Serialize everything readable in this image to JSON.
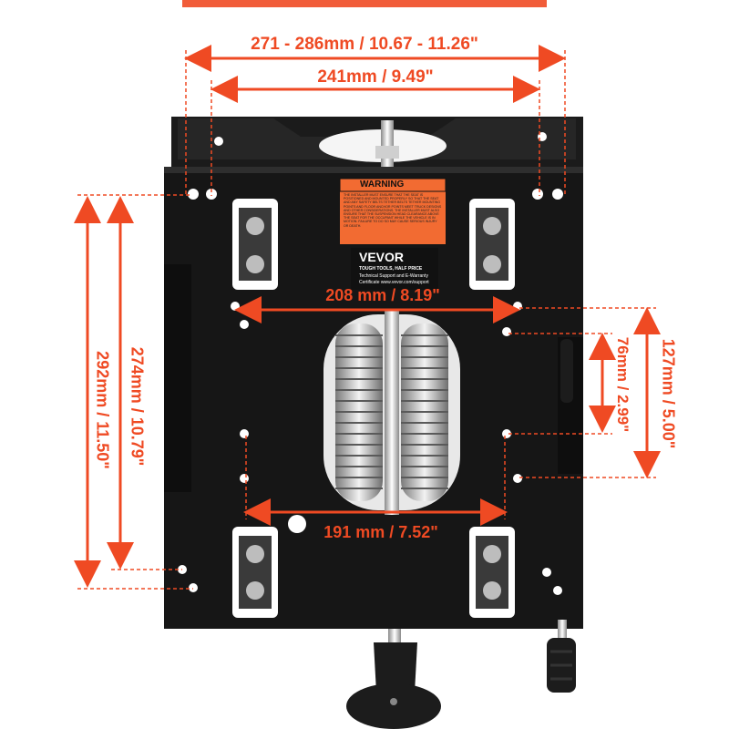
{
  "header": {
    "title_partial": "Seat Suspension Dimensions"
  },
  "dimensions": {
    "top_outer": "271 - 286mm / 10.67 - 11.26\"",
    "top_inner": "241mm / 9.49\"",
    "mid_upper": "208 mm / 8.19\"",
    "mid_lower": "191 mm / 7.52\"",
    "left_outer": "292mm / 11.50\"",
    "left_inner": "274mm / 10.79\"",
    "right_inner": "76mm / 2.99\"",
    "right_outer": "127mm / 5.00\""
  },
  "label": {
    "warning_title": "WARNING",
    "warning_body": "THE INSTALLER MUST ENSURE THAT THE SEAT IS POSITIONED AND MOUNTED PROPERLY SO THAT THE SEAT AND ANY SAFETY BELTS TETHER BELTS TETHER MOUNTING POINTS AND FLOOR ANCHOR POINTS MEET TRUCK DESIGNS AND OTHER CONSIDERATIONS. THE INSTALLER MUST ALSO ENSURE THAT THE SUSPENSION HEAD CLEARANCE ABOVE THE SEAT FOR THE OCCUPANT WHILE THE VEHICLE IS IN MOTION. FAILURE TO DO SO MAY CAUSE SERIOUS INJURY OR DEATH.",
    "brand": "VEVOR",
    "tagline": "TOUGH TOOLS, HALF PRICE",
    "support_1": "Technical Support and E-Warranty",
    "support_2": "Certificate www.vevor.com/support"
  },
  "colors": {
    "accent": "#ef4a23",
    "plate": "#1a1a1a",
    "warning": "#f26b32"
  }
}
